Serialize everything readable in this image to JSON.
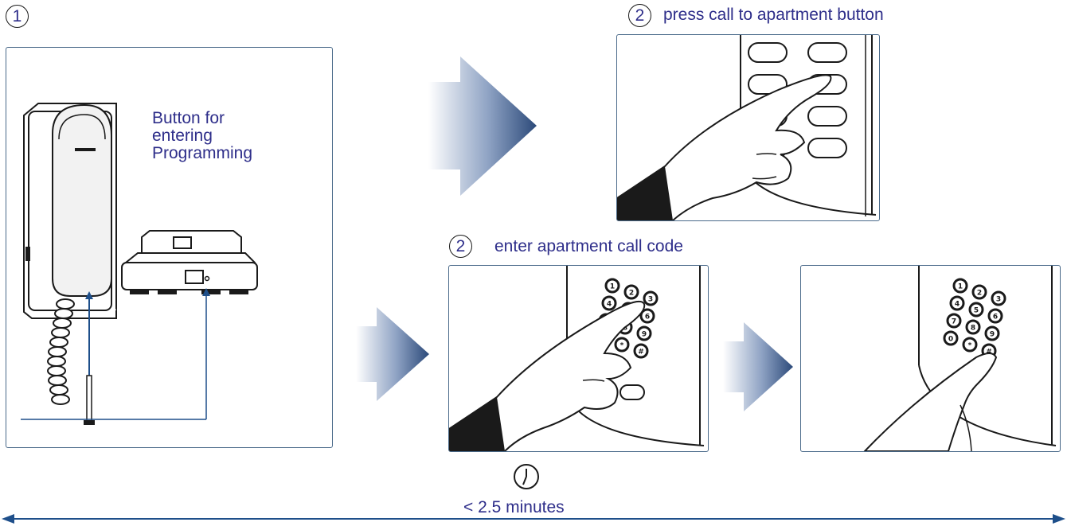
{
  "steps": {
    "step1": {
      "number": "1"
    },
    "step2a": {
      "number": "2",
      "label": "press call to apartment button"
    },
    "step2b": {
      "number": "2",
      "label": "enter apartment call code"
    }
  },
  "monitor_panel": {
    "note_lines": [
      "Button for",
      "entering",
      "Programming"
    ]
  },
  "keypad_labels": [
    "1",
    "2",
    "3",
    "4",
    "5",
    "6",
    "7",
    "8",
    "9",
    "0",
    "*",
    "#"
  ],
  "time_limit": {
    "text": "< 2.5 minutes",
    "icon": "clock-icon"
  },
  "colors": {
    "text": "#2e2e8a",
    "arrow": "#4a6a9a",
    "line": "#1e4f8a",
    "panel_border": "#4a6a8a"
  }
}
